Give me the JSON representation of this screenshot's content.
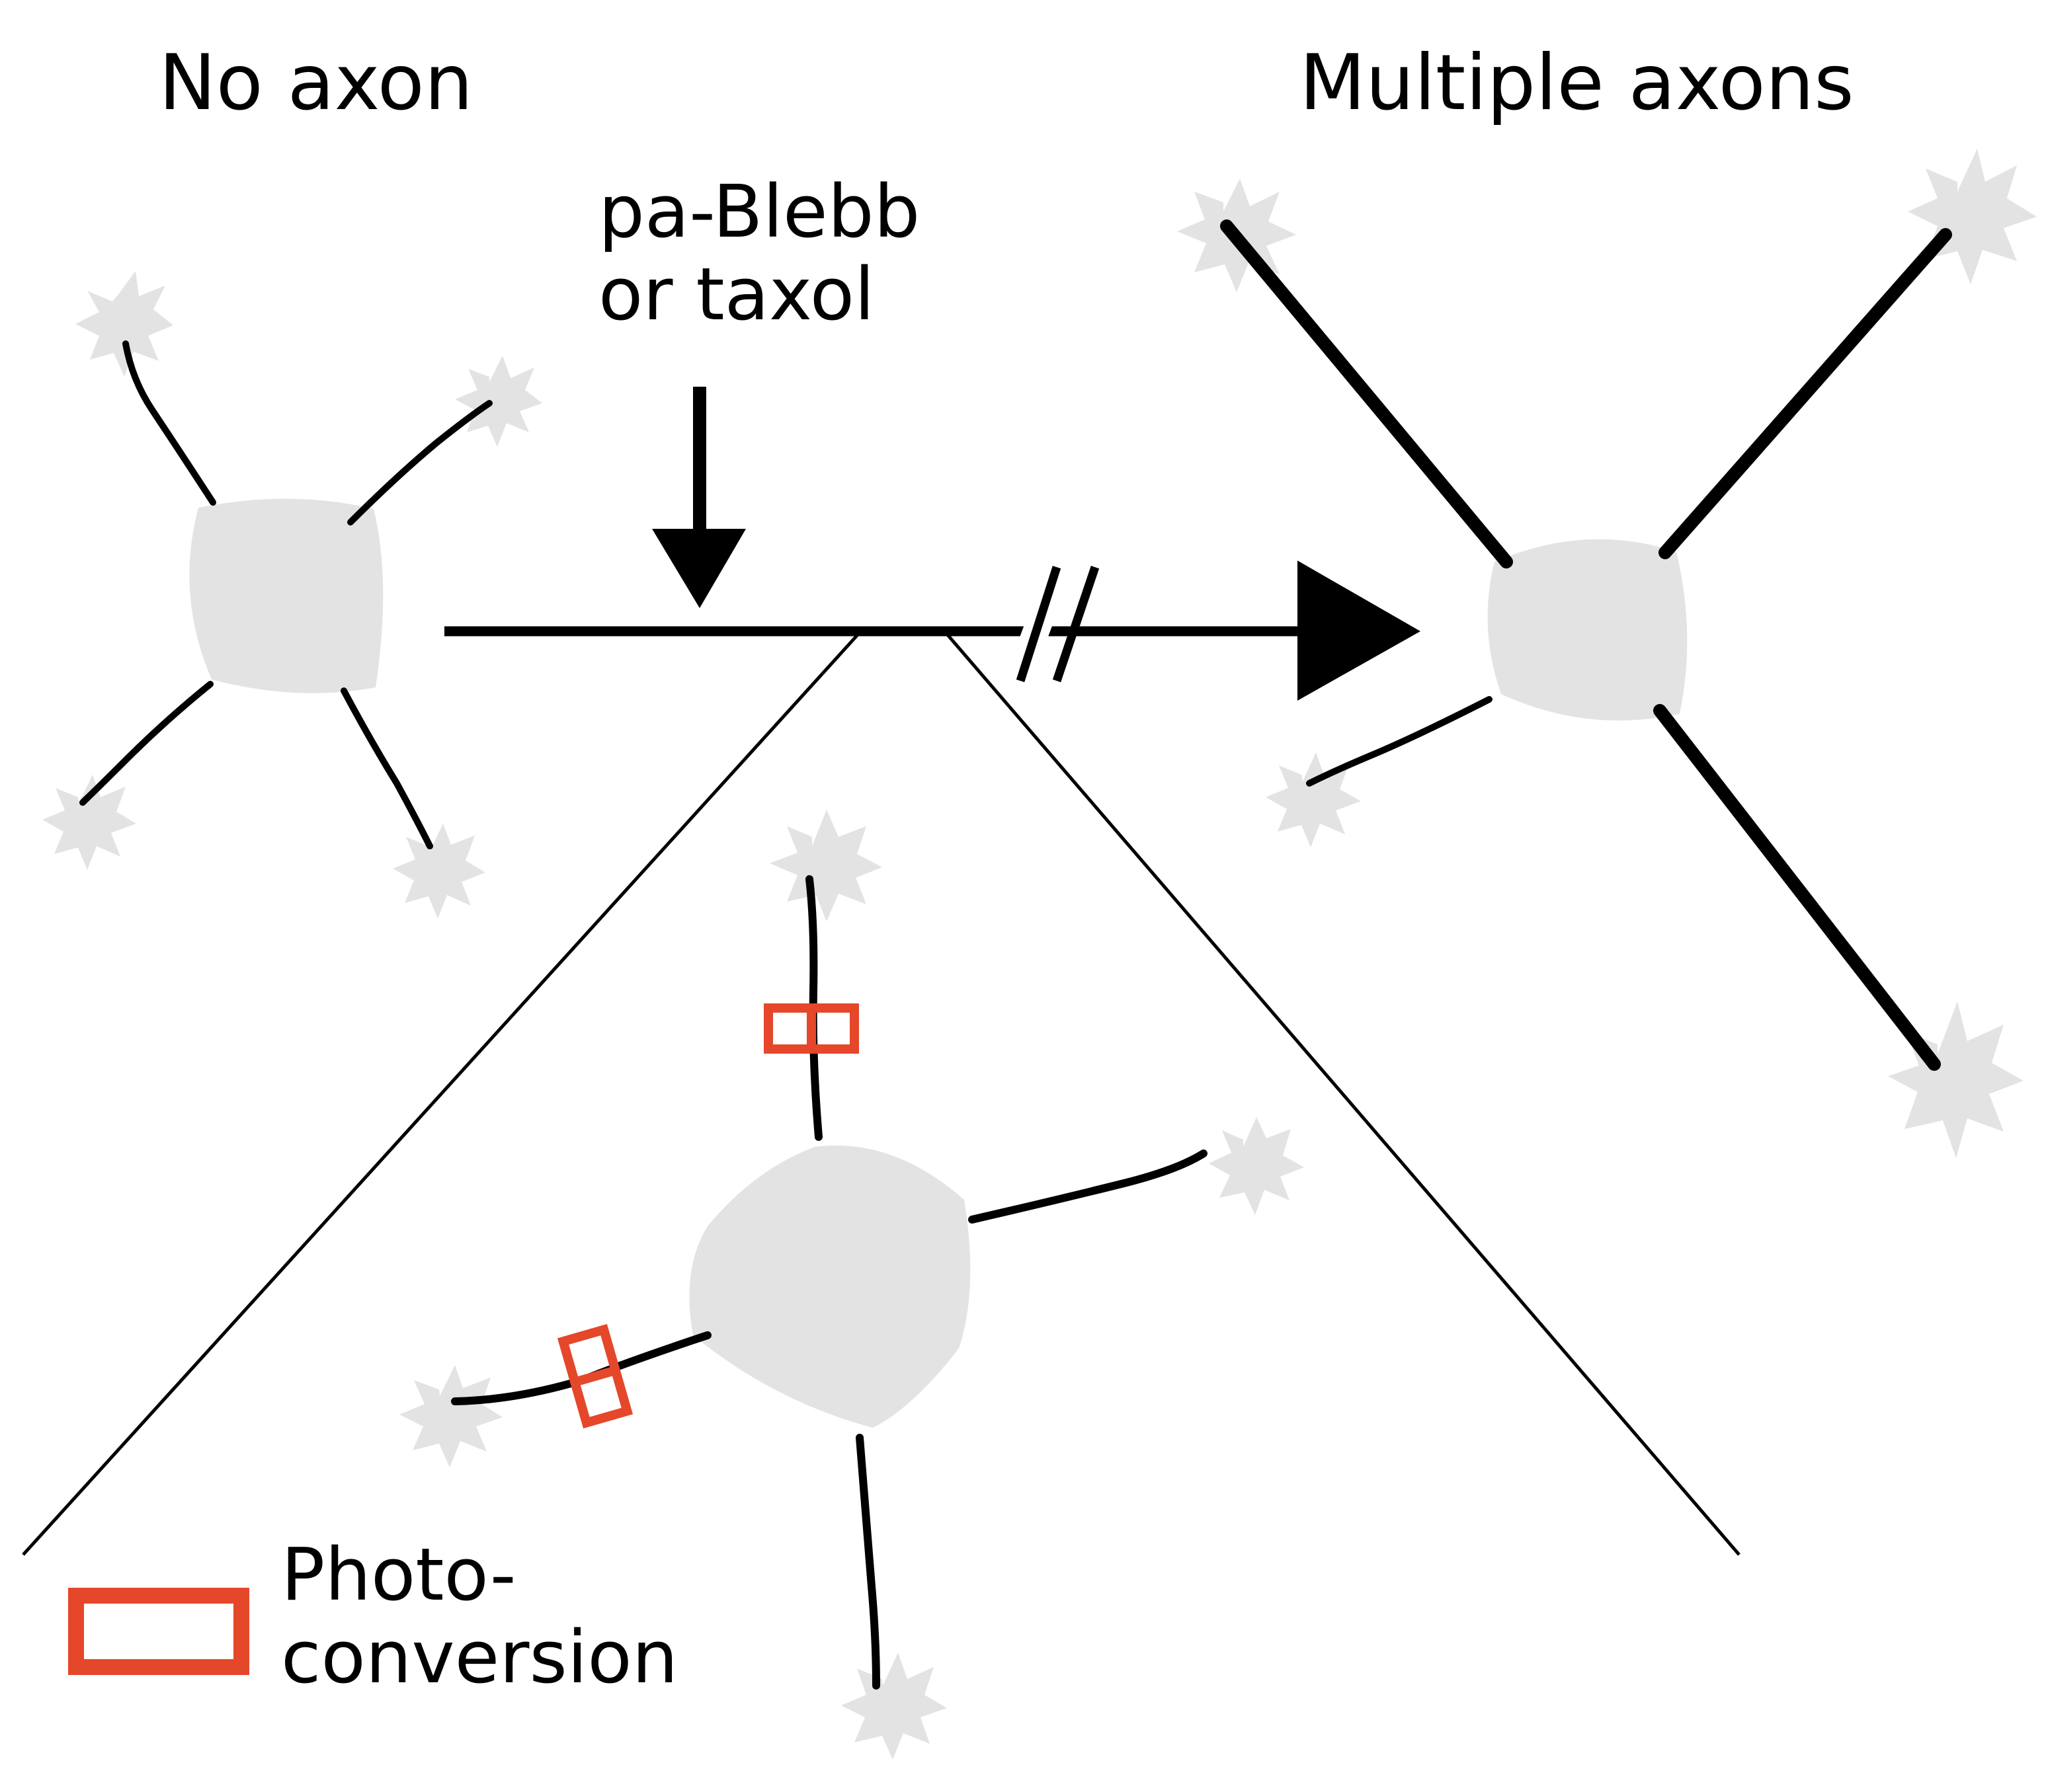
{
  "labels": {
    "no_axon": "No axon",
    "multiple_axons": "Multiple axons",
    "treatment_line1": "pa-Blebb",
    "treatment_line2": "or taxol",
    "legend_line1": "Photo-",
    "legend_line2": "conversion"
  },
  "colors": {
    "cell_fill": "#e3e3e3",
    "neurite": "#000000",
    "photoconversion": "#e5472a",
    "background": "#ffffff"
  }
}
